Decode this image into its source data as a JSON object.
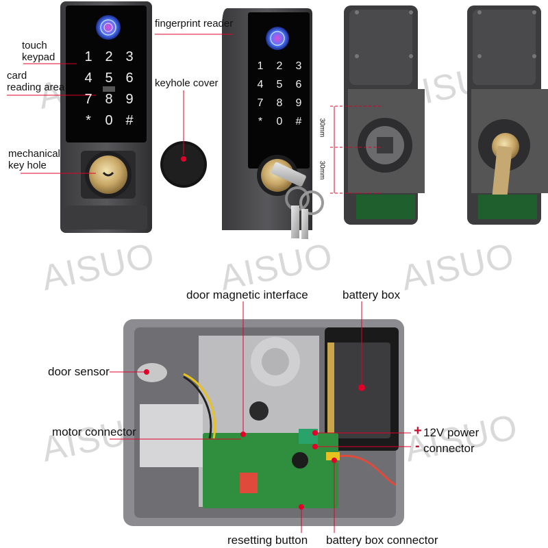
{
  "watermark": "AISUO",
  "top_labels": {
    "touch_keypad": [
      "touch",
      "keypad"
    ],
    "card_reading_area": [
      "card",
      "reading area"
    ],
    "mechanical_key_hole": [
      "mechanical",
      "key hole"
    ],
    "fingerprint_reader": "fingerprint reader",
    "keyhole_cover": "keyhole cover",
    "dim_top": "30mm",
    "dim_bottom": "30mm"
  },
  "keypad": [
    "1",
    "2",
    "3",
    "4",
    "5",
    "6",
    "7",
    "8",
    "9",
    "*",
    "0",
    "#"
  ],
  "bottom_labels": {
    "door_magnetic_interface": "door magnetic interface",
    "battery_box": "battery box",
    "door_sensor": "door sensor",
    "motor_connector": "motor connector",
    "power_12v": "12V power",
    "connector": "connector",
    "plus": "+",
    "minus": "-",
    "resetting_button": "resetting button",
    "battery_box_connector": "battery box connector"
  },
  "colors": {
    "accent_red": "#c8102e",
    "line_red": "#e0002a"
  }
}
